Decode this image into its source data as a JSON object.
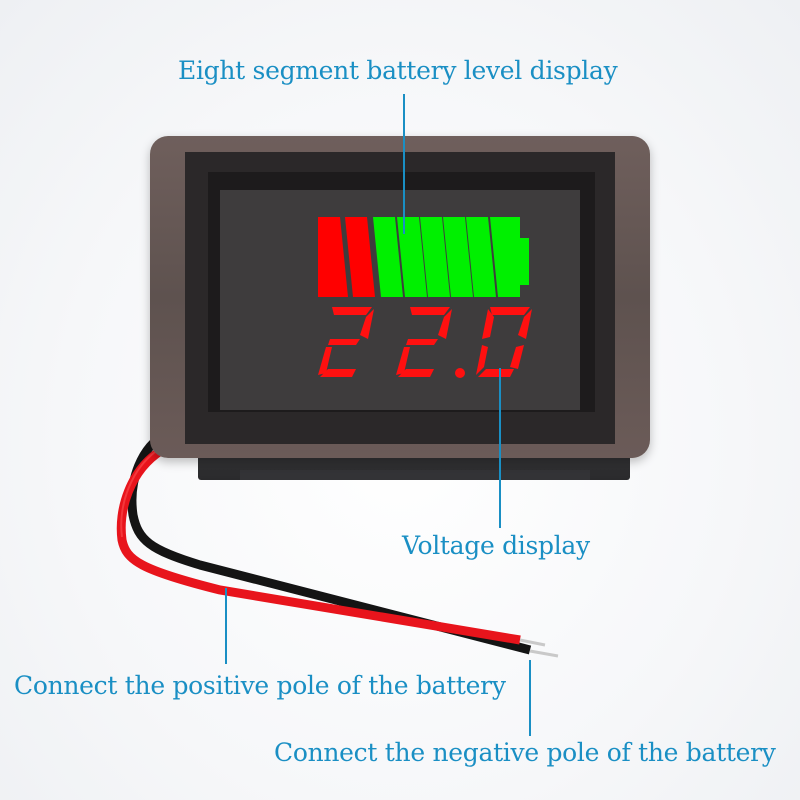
{
  "labels": {
    "battery_level": "Eight segment battery level display",
    "voltage": "Voltage display",
    "positive": "Connect the positive pole of the battery",
    "negative": "Connect the negative pole of the battery"
  },
  "device": {
    "voltage_reading": "22.0",
    "battery_segments_total": 8,
    "battery_segments_red": 2,
    "battery_segments_green": 6,
    "colors": {
      "label_blue": "#1a8fc4",
      "segment_red": "#ff0000",
      "segment_green": "#00f000",
      "digit_red": "#ff1010",
      "wire_red": "#e8141c",
      "wire_black": "#111111"
    }
  }
}
